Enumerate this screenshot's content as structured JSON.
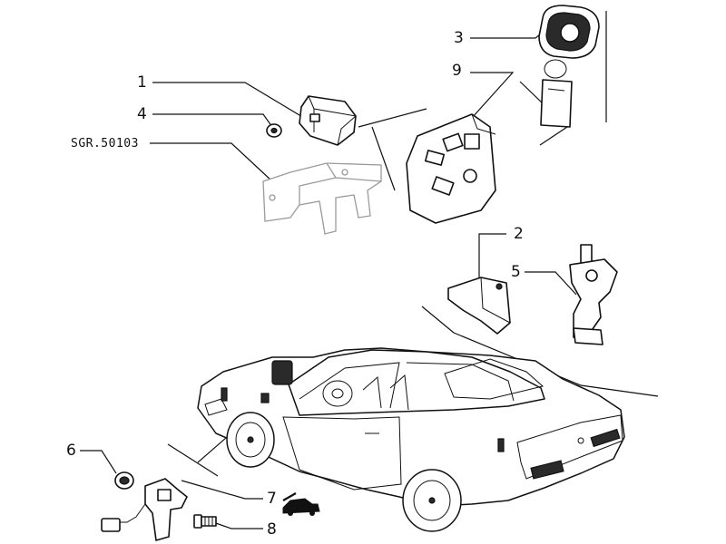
{
  "diagram": {
    "reference_code": "SGR.50103",
    "callouts": [
      {
        "id": "1",
        "label": "1"
      },
      {
        "id": "2",
        "label": "2"
      },
      {
        "id": "3",
        "label": "3"
      },
      {
        "id": "4",
        "label": "4"
      },
      {
        "id": "5",
        "label": "5"
      },
      {
        "id": "6",
        "label": "6"
      },
      {
        "id": "7",
        "label": "7"
      },
      {
        "id": "8",
        "label": "8"
      },
      {
        "id": "9",
        "label": "9"
      }
    ],
    "icons": [
      "siren-unit",
      "nut",
      "bracket",
      "key-fob",
      "lock-cylinder",
      "grommet",
      "bonnet-switch",
      "bolt",
      "control-module",
      "car-with-open-bonnet-icon"
    ]
  }
}
